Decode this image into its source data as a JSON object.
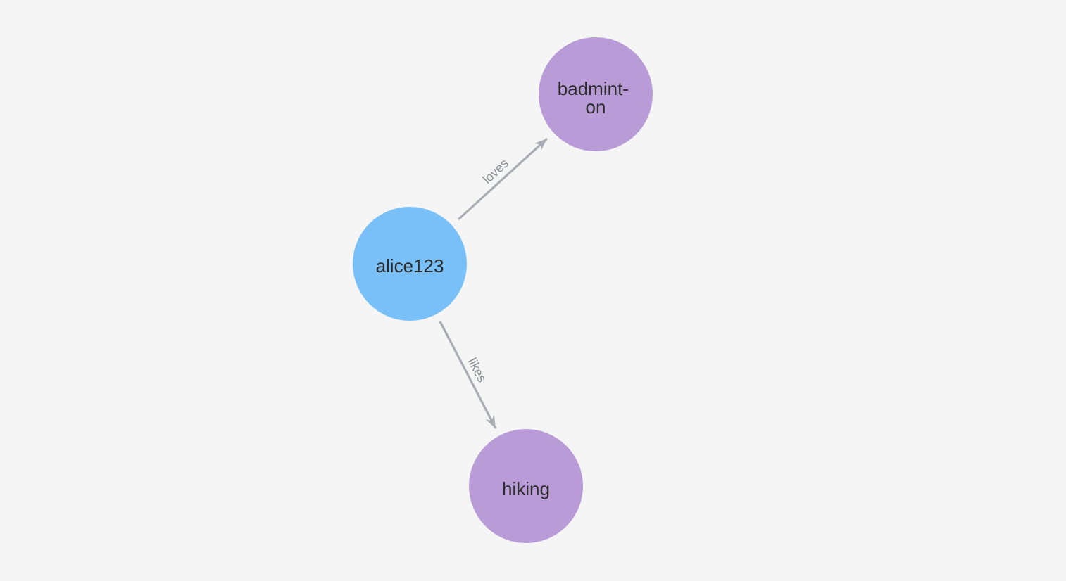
{
  "canvas": {
    "background_color": "#f4f5f4"
  },
  "graph": {
    "type": "node-link-graph",
    "nodes": [
      {
        "id": "alice123",
        "label": "alice123",
        "label_lines": [
          "alice123"
        ],
        "color": "#7ac0f8",
        "text_color": "#2b2b2b"
      },
      {
        "id": "badminton",
        "label": "badminton",
        "label_lines": [
          "badmint-",
          "on"
        ],
        "color": "#b99cd7",
        "text_color": "#2b2b2b"
      },
      {
        "id": "hiking",
        "label": "hiking",
        "label_lines": [
          "hiking"
        ],
        "color": "#b99cd7",
        "text_color": "#2b2b2b"
      }
    ],
    "edges": [
      {
        "label": "loves",
        "source": "alice123",
        "target": "badminton",
        "color": "#a9acb3",
        "label_color": "#8a8d94"
      },
      {
        "label": "likes",
        "source": "alice123",
        "target": "hiking",
        "color": "#a9acb3",
        "label_color": "#8a8d94"
      }
    ]
  }
}
